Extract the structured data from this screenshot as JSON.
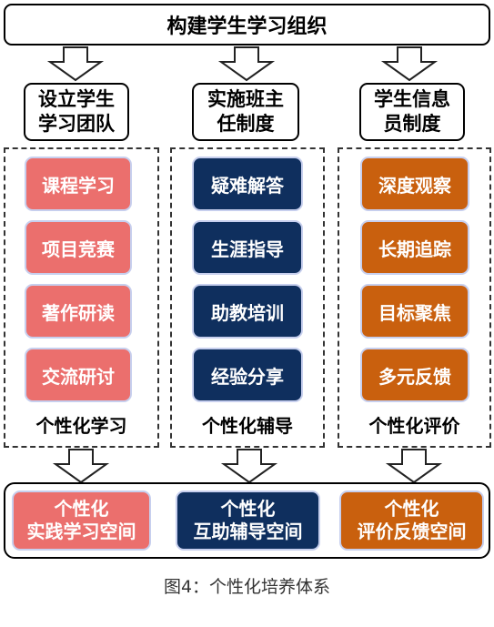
{
  "title": "构建学生学习组织",
  "colors": {
    "salmon": "#EB6F6D",
    "navy": "#0F2F5E",
    "orange": "#C9600E"
  },
  "columns": [
    {
      "header_lines": [
        "设立学生",
        "学习团队"
      ],
      "items": [
        "课程学习",
        "项目竞赛",
        "著作研读",
        "交流研讨"
      ],
      "label": "个性化学习",
      "space_lines": [
        "个性化",
        "实践学习空间"
      ]
    },
    {
      "header_lines": [
        "实施班主",
        "任制度"
      ],
      "items": [
        "疑难解答",
        "生涯指导",
        "助教培训",
        "经验分享"
      ],
      "label": "个性化辅导",
      "space_lines": [
        "个性化",
        "互助辅导空间"
      ]
    },
    {
      "header_lines": [
        "学生信息",
        "员制度"
      ],
      "items": [
        "深度观察",
        "长期追踪",
        "目标聚焦",
        "多元反馈"
      ],
      "label": "个性化评价",
      "space_lines": [
        "个性化",
        "评价反馈空间"
      ]
    }
  ],
  "caption": "图4：个性化培养体系"
}
